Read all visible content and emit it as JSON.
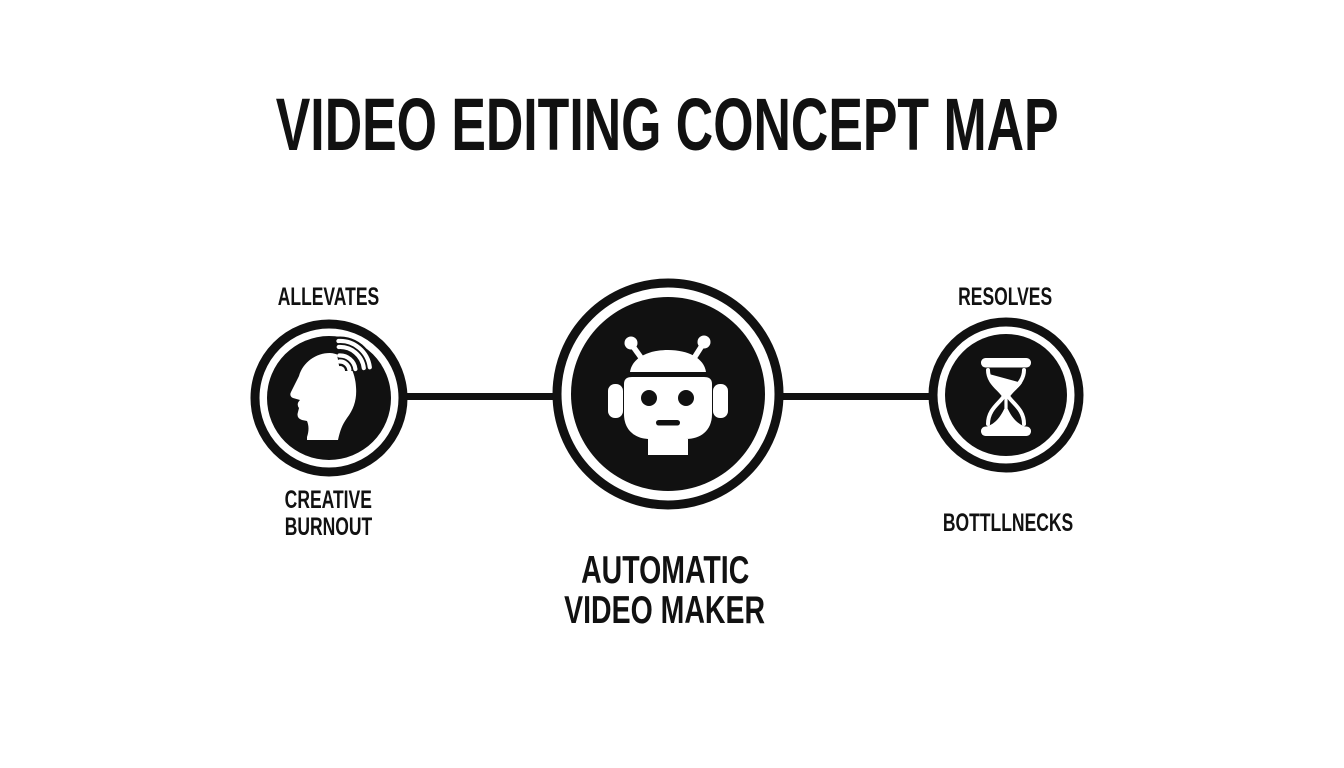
{
  "title": "VIDEO EDITING CONCEPT MAP",
  "map": {
    "left_node": {
      "icon": "head-with-waves-icon",
      "relation_label": "ALLEVATES",
      "label_line1": "CREATIVE",
      "label_line2": "BURNOUT"
    },
    "center_node": {
      "icon": "robot-icon",
      "label_line1": "AUTOMATIC",
      "label_line2": "VIDEO MAKER"
    },
    "right_node": {
      "icon": "hourglass-icon",
      "relation_label": "RESOLVES",
      "label_line1": "BOTTLLNECKS"
    }
  },
  "colors": {
    "ink": "#111111",
    "background": "#ffffff"
  }
}
